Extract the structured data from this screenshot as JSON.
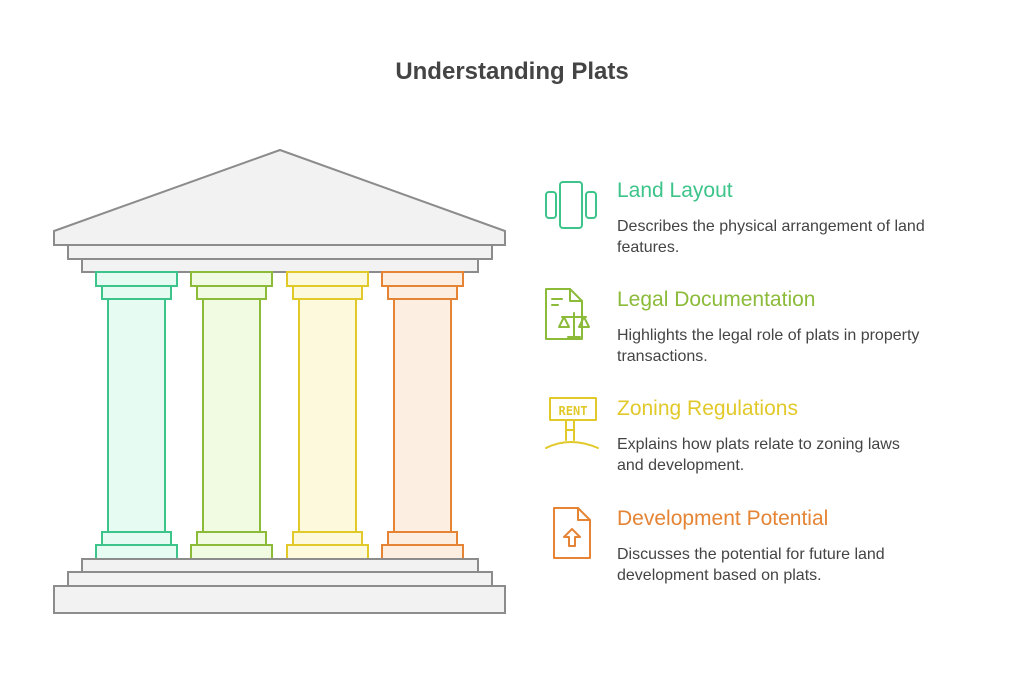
{
  "title": "Understanding Plats",
  "colors": {
    "green": "#3cc48a",
    "lime": "#8cbb3a",
    "yellow": "#e2c92a",
    "orange": "#e48434",
    "outline": "#8c8c8c",
    "roof_fill": "#f2f2f2"
  },
  "items": [
    {
      "heading": "Land Layout",
      "description": "Describes the physical arrangement of land features.",
      "icon": "map-fold-icon",
      "color": "#3cc48a"
    },
    {
      "heading": "Legal Documentation",
      "description": "Highlights the legal role of plats in property transactions.",
      "icon": "legal-document-scales-icon",
      "color": "#8cbb3a"
    },
    {
      "heading": "Zoning Regulations",
      "description": "Explains how plats relate to zoning laws and development.",
      "icon": "rent-sign-icon",
      "color": "#e2c92a",
      "sign_text": "RENT"
    },
    {
      "heading": "Development Potential",
      "description": "Discusses the potential for future land development based on plats.",
      "icon": "house-document-icon",
      "color": "#e48434"
    }
  ]
}
